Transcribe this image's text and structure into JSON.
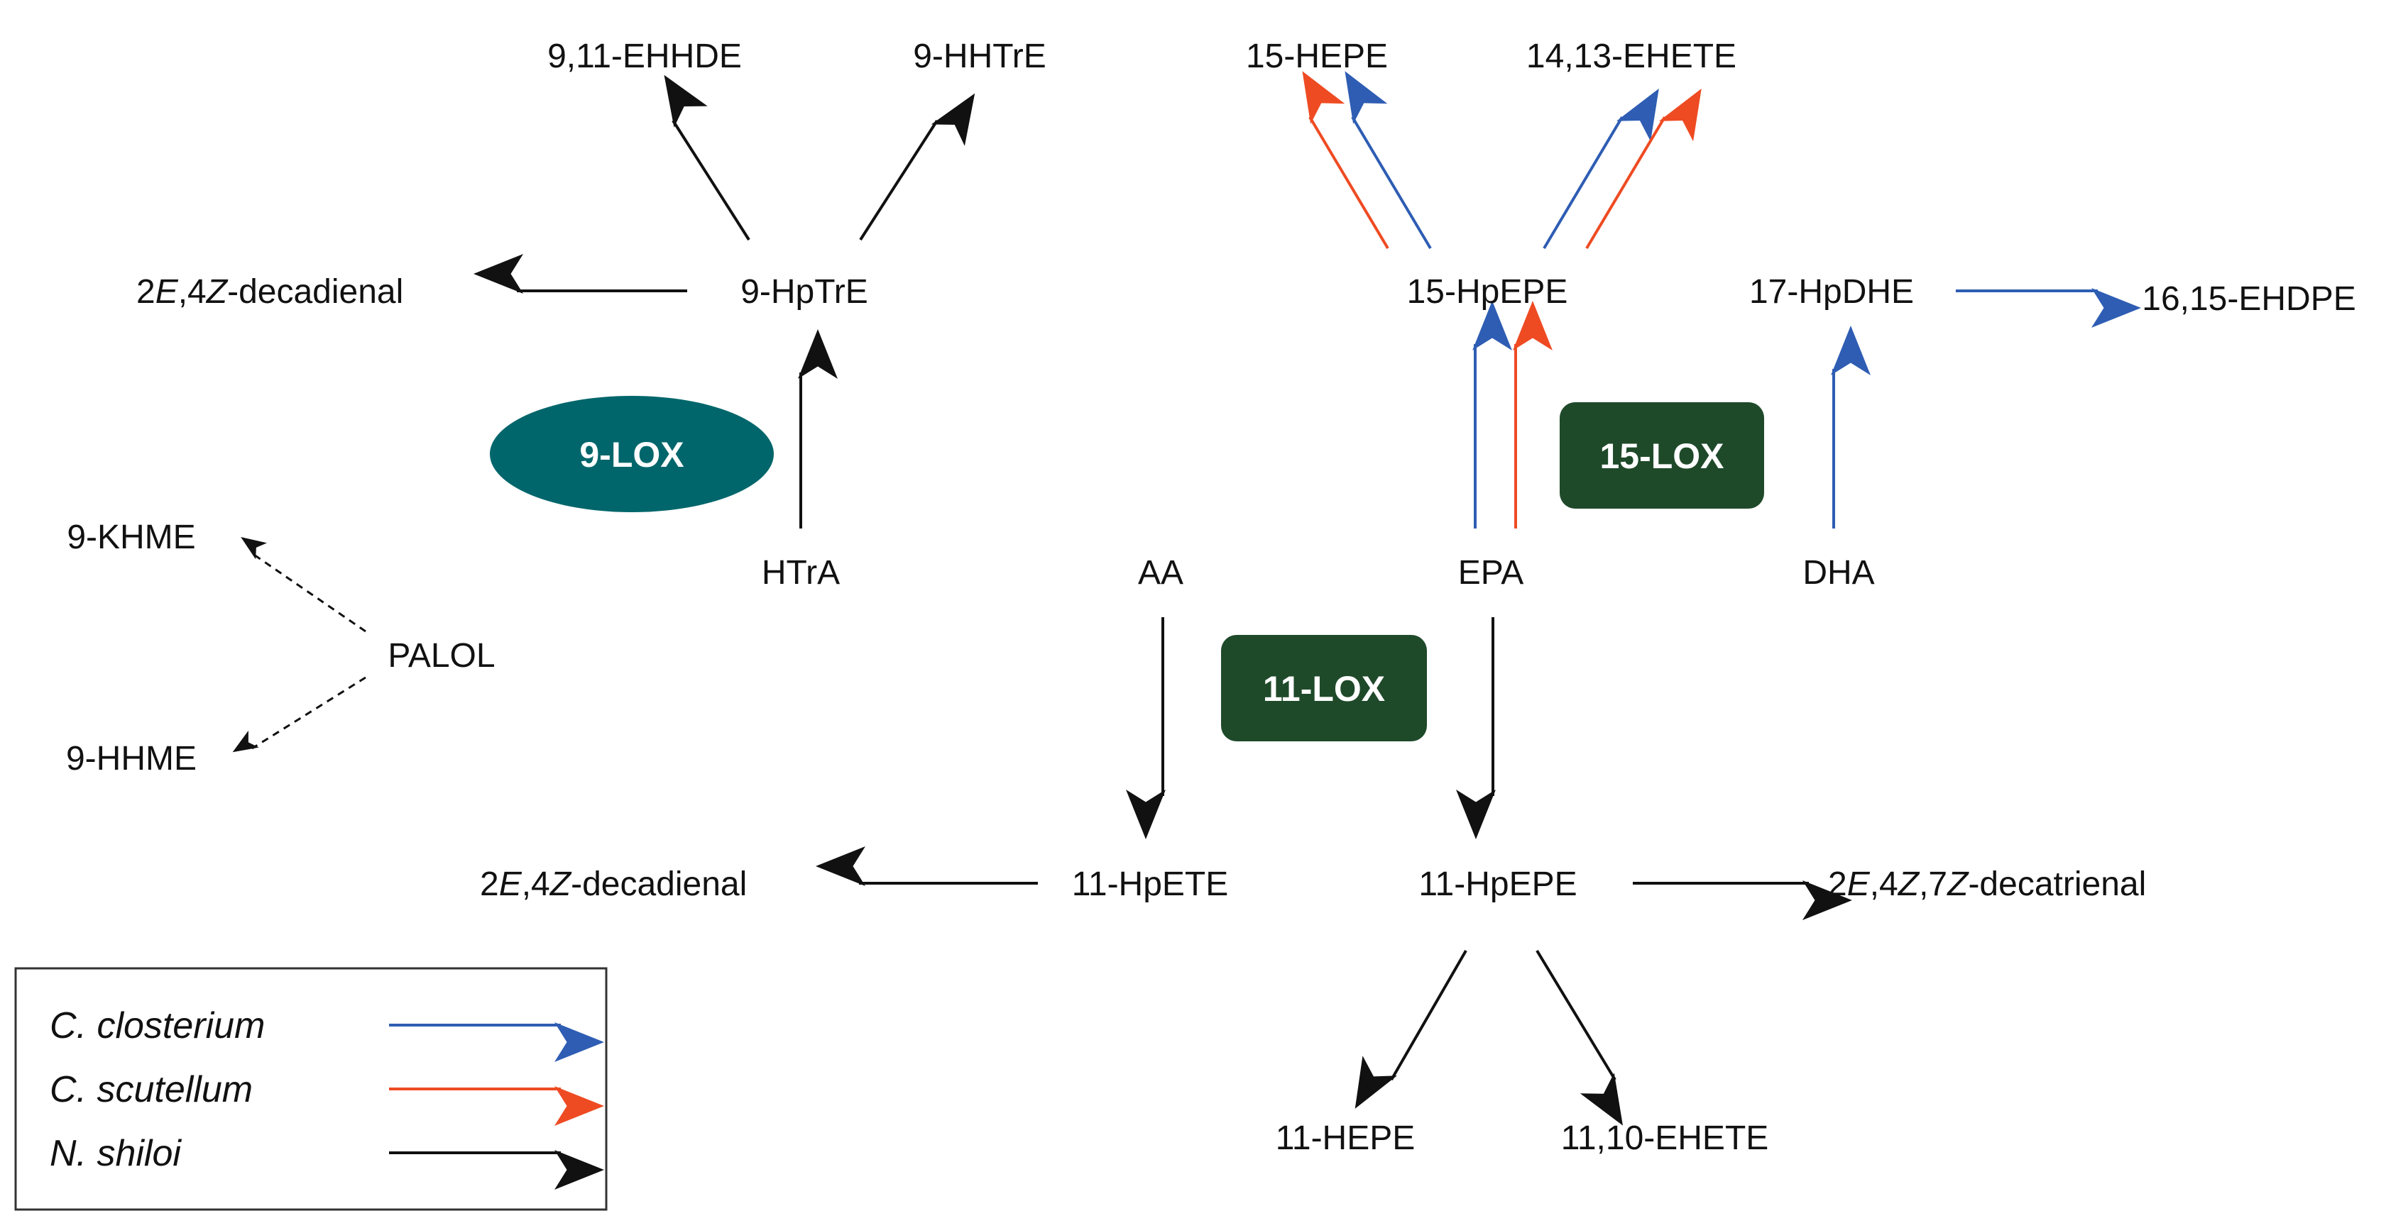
{
  "colors": {
    "closterium": "#2e5db3",
    "scutellum": "#ee4b23",
    "shiloi": "#111111",
    "enzyme_9lox": "#00666b",
    "enzyme_lox": "#1f4a2a"
  },
  "nodes": {
    "ehhde_911": "9,11-EHHDE",
    "hhtre_9": "9-HHTrE",
    "hepe_15": "15-HEPE",
    "ehete_1413": "14,13-EHETE",
    "decadienal_top": "2E,4Z-decadienal",
    "hptre_9": "9-HpTrE",
    "hpepe_15": "15-HpEPE",
    "hpdhe_17": "17-HpDHE",
    "ehdpe_1615": "16,15-EHDPE",
    "khme_9": "9-KHME",
    "palol": "PALOL",
    "hhme_9": "9-HHME",
    "htra": "HTrA",
    "aa": "AA",
    "epa": "EPA",
    "dha": "DHA",
    "decadienal_bottom": "2E,4Z-decadienal",
    "hpete_11": "11-HpETE",
    "hpepe_11": "11-HpEPE",
    "decatrienal": "2E,4Z,7Z-decatrienal",
    "hepe_11": "11-HEPE",
    "ehete_1110": "11,10-EHETE"
  },
  "enzymes": {
    "lox9": "9-LOX",
    "lox15": "15-LOX",
    "lox11": "11-LOX"
  },
  "legend": [
    {
      "species": "C. closterium",
      "color_key": "closterium"
    },
    {
      "species": "C. scutellum",
      "color_key": "scutellum"
    },
    {
      "species": "N. shiloi",
      "color_key": "shiloi"
    }
  ],
  "arrows": [
    {
      "from": "HTrA",
      "to": "9-HpTrE",
      "species": "N. shiloi"
    },
    {
      "from": "9-HpTrE",
      "to": "2E,4Z-decadienal",
      "species": "N. shiloi"
    },
    {
      "from": "9-HpTrE",
      "to": "9,11-EHHDE",
      "species": "N. shiloi"
    },
    {
      "from": "9-HpTrE",
      "to": "9-HHTrE",
      "species": "N. shiloi"
    },
    {
      "from": "PALOL",
      "to": "9-KHME",
      "species": "N. shiloi",
      "style": "dashed"
    },
    {
      "from": "PALOL",
      "to": "9-HHME",
      "species": "N. shiloi",
      "style": "dashed"
    },
    {
      "from": "EPA",
      "to": "15-HpEPE",
      "species": "C. closterium"
    },
    {
      "from": "EPA",
      "to": "15-HpEPE",
      "species": "C. scutellum"
    },
    {
      "from": "15-HpEPE",
      "to": "15-HEPE",
      "species": "C. closterium"
    },
    {
      "from": "15-HpEPE",
      "to": "15-HEPE",
      "species": "C. scutellum"
    },
    {
      "from": "15-HpEPE",
      "to": "14,13-EHETE",
      "species": "C. closterium"
    },
    {
      "from": "15-HpEPE",
      "to": "14,13-EHETE",
      "species": "C. scutellum"
    },
    {
      "from": "DHA",
      "to": "17-HpDHE",
      "species": "C. closterium"
    },
    {
      "from": "17-HpDHE",
      "to": "16,15-EHDPE",
      "species": "C. closterium"
    },
    {
      "from": "AA",
      "to": "11-HpETE",
      "species": "N. shiloi"
    },
    {
      "from": "EPA",
      "to": "11-HpEPE",
      "species": "N. shiloi"
    },
    {
      "from": "11-HpETE",
      "to": "2E,4Z-decadienal",
      "species": "N. shiloi"
    },
    {
      "from": "11-HpEPE",
      "to": "2E,4Z,7Z-decatrienal",
      "species": "N. shiloi"
    },
    {
      "from": "11-HpEPE",
      "to": "11-HEPE",
      "species": "N. shiloi"
    },
    {
      "from": "11-HpEPE",
      "to": "11,10-EHETE",
      "species": "N. shiloi"
    }
  ]
}
